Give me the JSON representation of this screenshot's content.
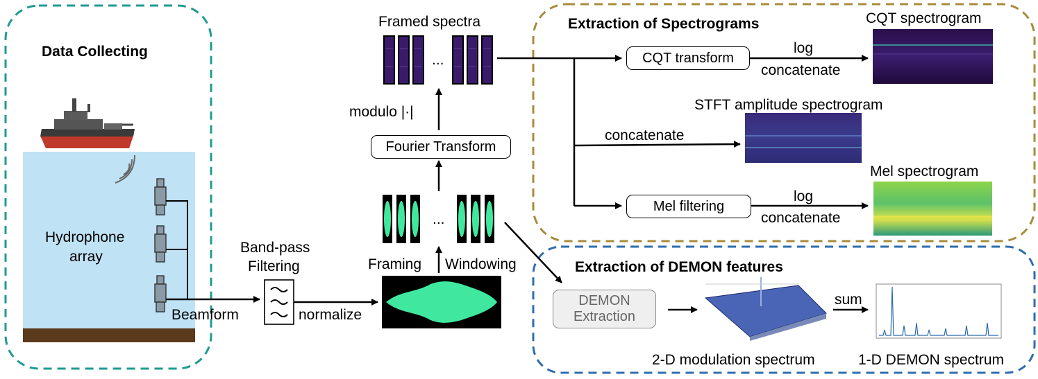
{
  "data_collecting": {
    "title": "Data Collecting",
    "hydrophone_label_line1": "Hydrophone",
    "hydrophone_label_line2": "array",
    "beamform_label": "Beamform"
  },
  "filtering": {
    "bandpass_line1": "Band-pass",
    "bandpass_line2": "Filtering",
    "normalize_label": "normalize"
  },
  "framing": {
    "framing_label": "Framing",
    "windowing_label": "Windowing",
    "ellipsis": "...",
    "fourier_box": "Fourier Transform",
    "modulo_label": "modulo  |·|",
    "framed_spectra_label": "Framed spectra"
  },
  "spectrograms": {
    "title": "Extraction of Spectrograms",
    "cqt_box": "CQT  transform",
    "cqt_log": "log",
    "cqt_concat": "concatenate",
    "cqt_title": "CQT spectrogram",
    "stft_concat": "concatenate",
    "stft_title": "STFT amplitude spectrogram",
    "mel_box": "Mel filtering",
    "mel_log": "log",
    "mel_concat": "concatenate",
    "mel_title": "Mel spectrogram"
  },
  "demon": {
    "title": "Extraction of DEMON features",
    "box_line1": "DEMON",
    "box_line2": "Extraction",
    "sum_label": "sum",
    "mod2d_label": "2-D modulation spectrum",
    "demon1d_label": "1-D DEMON spectrum"
  },
  "colors": {
    "teal_dash": "#1f9a94",
    "gold_dash": "#a88b3a",
    "blue_dash": "#2e6db0",
    "water": "#bfe2f5",
    "seabed": "#5a3a1a",
    "signal_green": "#3fe89e",
    "spectra_purple": "#3a1a6a"
  }
}
